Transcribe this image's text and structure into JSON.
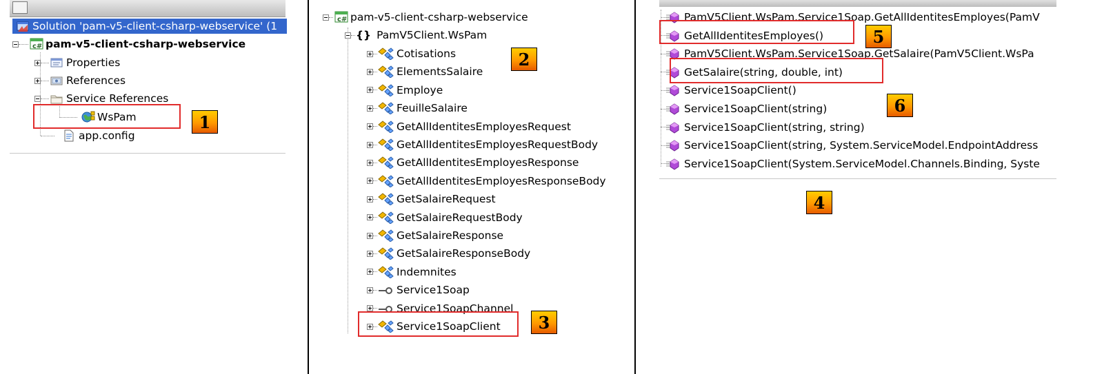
{
  "panel1": {
    "solution_label": "Solution 'pam-v5-client-csharp-webservice' (1",
    "project_label": "pam-v5-client-csharp-webservice",
    "items": [
      {
        "label": "Properties",
        "icon": "properties-icon"
      },
      {
        "label": "References",
        "icon": "references-icon"
      },
      {
        "label": "Service References",
        "icon": "folder-icon"
      },
      {
        "label": "WsPam",
        "icon": "globe-service-icon"
      },
      {
        "label": "app.config",
        "icon": "config-file-icon"
      }
    ]
  },
  "panel2": {
    "project_label": "pam-v5-client-csharp-webservice",
    "namespace_label": "PamV5Client.WsPam",
    "namespace_icon": "{}",
    "classes": [
      "Cotisations",
      "ElementsSalaire",
      "Employe",
      "FeuilleSalaire",
      "GetAllIdentitesEmployesRequest",
      "GetAllIdentitesEmployesRequestBody",
      "GetAllIdentitesEmployesResponse",
      "GetAllIdentitesEmployesResponseBody",
      "GetSalaireRequest",
      "GetSalaireRequestBody",
      "GetSalaireResponse",
      "GetSalaireResponseBody",
      "Indemnites",
      "Service1Soap",
      "Service1SoapChannel",
      "Service1SoapClient"
    ]
  },
  "panel3": {
    "members": [
      "PamV5Client.WsPam.Service1Soap.GetAllIdentitesEmployes(PamV",
      "GetAllIdentitesEmployes()",
      "PamV5Client.WsPam.Service1Soap.GetSalaire(PamV5Client.WsPa",
      "GetSalaire(string, double, int)",
      "Service1SoapClient()",
      "Service1SoapClient(string)",
      "Service1SoapClient(string, string)",
      "Service1SoapClient(string, System.ServiceModel.EndpointAddress",
      "Service1SoapClient(System.ServiceModel.Channels.Binding, Syste"
    ]
  },
  "badges": {
    "b1": "1",
    "b2": "2",
    "b3": "3",
    "b4": "4",
    "b5": "5",
    "b6": "6"
  },
  "colors": {
    "highlight_box": "#e12b2b",
    "badge_top": "#ffcc00",
    "badge_bottom": "#e65c00",
    "selection": "#3366cc"
  }
}
